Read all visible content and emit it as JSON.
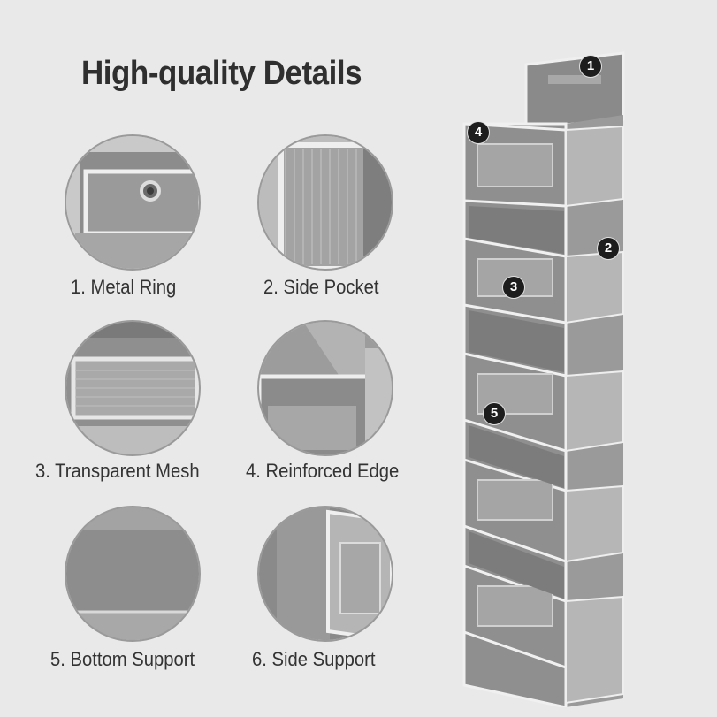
{
  "title": "High-quality Details",
  "details": [
    {
      "label": "1. Metal Ring"
    },
    {
      "label": "2. Side Pocket"
    },
    {
      "label": "3. Transparent Mesh"
    },
    {
      "label": "4. Reinforced Edge"
    },
    {
      "label": "5. Bottom Support"
    },
    {
      "label": "6. Side Support"
    }
  ],
  "markers": [
    "1",
    "2",
    "3",
    "4",
    "5"
  ],
  "colors": {
    "background": "#e9e9e9",
    "fabric": "#8f8f8f",
    "fabric_dark": "#7a7a7a",
    "fabric_light": "#bdbdbd",
    "edge_trim": "#f2f2f2",
    "marker": "#1d1d1d"
  }
}
